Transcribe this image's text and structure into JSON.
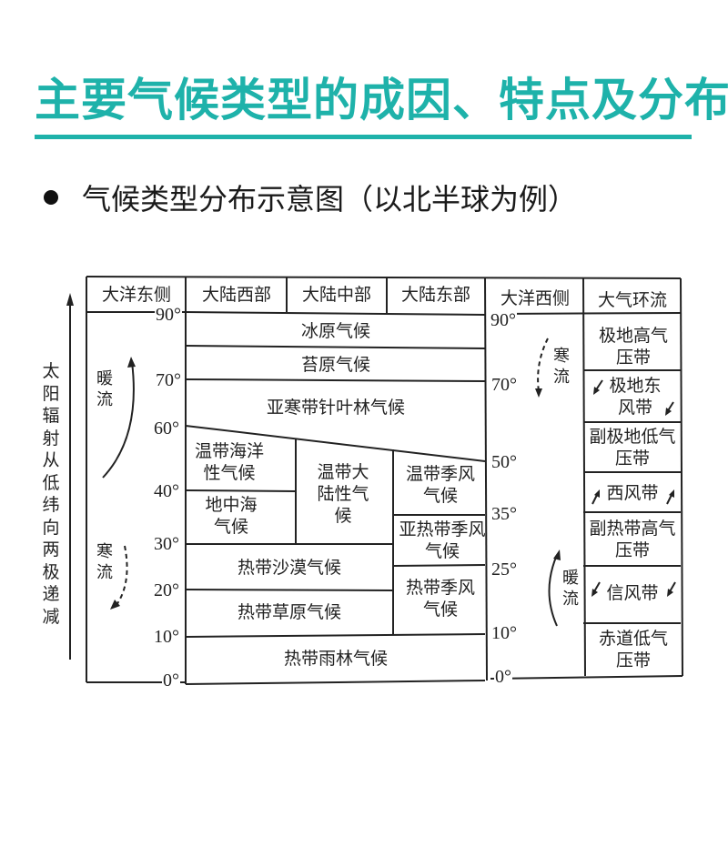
{
  "header": {
    "title": "主要气候类型的成因、特点及分布",
    "accent_color": "#1eb2aa"
  },
  "section": {
    "bullet_icon": "filled-circle",
    "heading": "气候类型分布示意图（以北半球为例）"
  },
  "diagram": {
    "side_label": "太阳辐射从低纬向两极递减",
    "columns": {
      "ocean_east": "大洋东侧",
      "continent_west": "大陆西部",
      "continent_center": "大陆中部",
      "continent_east": "大陆东部",
      "ocean_west": "大洋西侧",
      "circulation": "大气环流"
    },
    "left_latitudes": [
      "90°",
      "70°",
      "60°",
      "40°",
      "30°",
      "20°",
      "10°",
      "0°"
    ],
    "right_latitudes": [
      "90°",
      "70°",
      "50°",
      "35°",
      "25°",
      "10°",
      "0°"
    ],
    "ocean_currents": {
      "east_warm": "暖流",
      "east_cold": "寒流",
      "west_cold": "寒流",
      "west_warm": "暖流"
    },
    "climates": {
      "ice_cap": "冰原气候",
      "tundra": "苔原气候",
      "subarctic": "亚寒带针叶林气候",
      "marine_west_coast": "温带海洋性气候",
      "mediterranean": "地中海气候",
      "temperate_continental": "温带大陆性气候",
      "temperate_monsoon": "温带季风气候",
      "subtropical_monsoon": "亚热带季风气候",
      "tropical_desert": "热带沙漠气候",
      "tropical_savanna": "热带草原气候",
      "tropical_monsoon": "热带季风气候",
      "tropical_rainforest": "热带雨林气候"
    },
    "circulation_belts": [
      {
        "name": "极地高气压带"
      },
      {
        "name": "极地东风带",
        "arrows": "southwest"
      },
      {
        "name": "副极地低气压带"
      },
      {
        "name": "西风带",
        "arrows": "northeast"
      },
      {
        "name": "副热带高气压带"
      },
      {
        "name": "信风带",
        "arrows": "southwest"
      },
      {
        "name": "赤道低气压带"
      }
    ]
  }
}
